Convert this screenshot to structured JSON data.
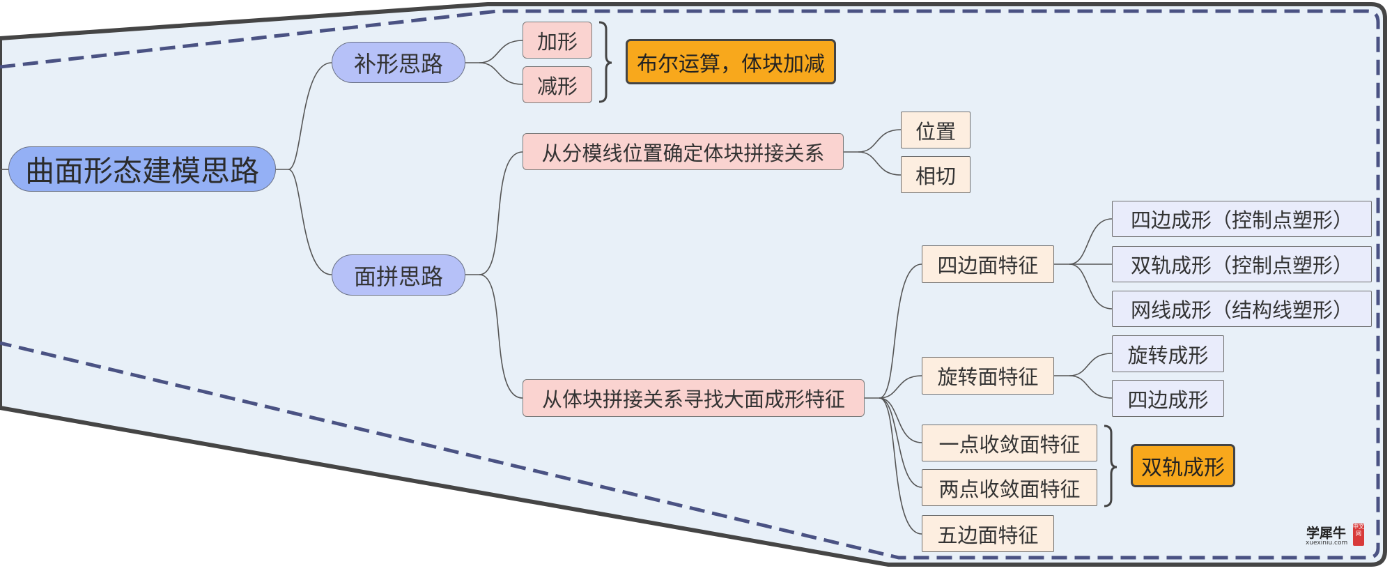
{
  "root": {
    "label": "曲面形态建模思路"
  },
  "branches": {
    "bu_xing": {
      "label": "补形思路",
      "children": [
        "加形",
        "减形"
      ],
      "summary": "布尔运算，体块加减"
    },
    "mian_pin": {
      "label": "面拼思路",
      "fen_mo_xian": {
        "label": "从分模线位置确定体块拼接关系",
        "children": [
          "位置",
          "相切"
        ]
      },
      "ti_kuai": {
        "label": "从体块拼接关系寻找大面成形特征",
        "si_bian_mian": {
          "label": "四边面特征",
          "children": [
            "四边成形（控制点塑形）",
            "双轨成形（控制点塑形）",
            "网线成形（结构线塑形）"
          ]
        },
        "xuan_zhuan_mian": {
          "label": "旋转面特征",
          "children": [
            "旋转成形",
            "四边成形"
          ]
        },
        "yi_dian": {
          "label": "一点收敛面特征"
        },
        "liang_dian": {
          "label": "两点收敛面特征"
        },
        "converge_summary": "双轨成形",
        "wu_bian_mian": {
          "label": "五边面特征"
        }
      }
    }
  },
  "watermark": {
    "name": "学犀牛",
    "url": "xuexiniu.com",
    "seal": "中文网"
  },
  "colors": {
    "boundary_fill": "#e8f0f8",
    "boundary_stroke": "#454545",
    "dashed_stroke": "#4a5283",
    "root_fill": "#94b0f5",
    "main_branch_fill": "#b6c1f8",
    "sub_branch_fill": "#fad3d0",
    "leaf_fill_cream": "#fdeee0",
    "leaf_fill_lavender": "#e9ecfb",
    "summary_fill": "#f8a81c",
    "connector": "#555555"
  }
}
